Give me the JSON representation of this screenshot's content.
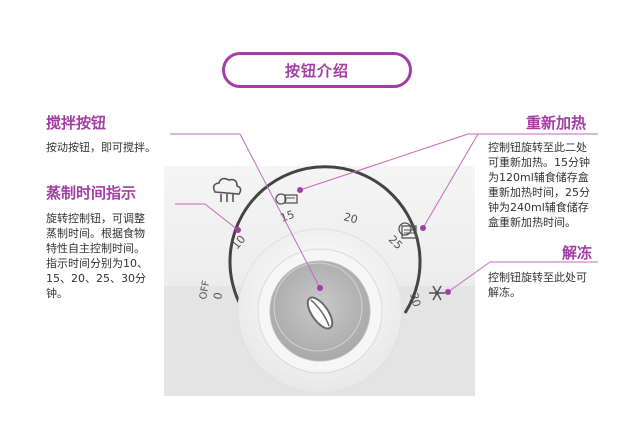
{
  "header": {
    "title": "按钮介绍"
  },
  "callouts": {
    "stir": {
      "label": "搅拌按钮",
      "desc": [
        "按动按钮，即可搅拌。"
      ]
    },
    "steam": {
      "label": "蒸制时间指示",
      "desc": [
        "旋转控制钮，可调整",
        "蒸制时间。根据食物",
        "特性自主控制时间。",
        "指示时间分别为10、",
        "15、20、25、30分",
        "钟。"
      ]
    },
    "reheat": {
      "label": "重新加热",
      "desc": [
        "控制钮旋转至此二处",
        "可重新加热。15分钟",
        "为120ml辅食储存盒",
        "重新加热时间，25分",
        "钟为240ml辅食储存",
        "盒重新加热时间。"
      ]
    },
    "defrost": {
      "label": "解冻",
      "desc": [
        "控制钮旋转至此处可",
        "解冻。"
      ]
    }
  },
  "dial": {
    "off_label": "OFF",
    "ticks": [
      "0",
      "10",
      "15",
      "20",
      "25",
      "30"
    ]
  },
  "colors": {
    "accent": "#a23ea5",
    "knob": "#b9b9b9"
  },
  "icons": [
    "steam-icon",
    "reheat-small-icon",
    "reheat-large-icon",
    "snowflake-icon",
    "leaf-icon"
  ]
}
